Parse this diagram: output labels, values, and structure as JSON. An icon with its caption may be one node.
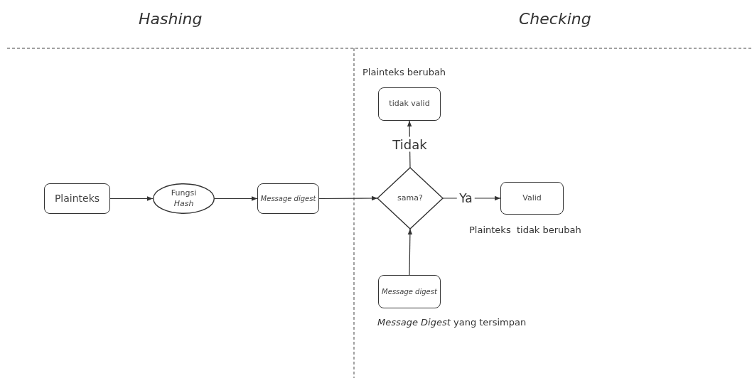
{
  "diagram": {
    "nodes": [
      {
        "text": [
          "Plainteks"
        ]
      },
      {
        "text": [
          "Fungsi *Hash*"
        ]
      },
      {
        "text": [
          "Message digest"
        ]
      },
      {
        "text": [
          "sama?"
        ]
      },
      {
        "text": [
          "tidak valid"
        ],
        "beside": [
          "Plainteks berubah"
        ]
      },
      {
        "text": [
          "Valid"
        ],
        "beside": [
          "Plainteks  tidak berubah"
        ]
      },
      {
        "text": [
          "Message digest"
        ],
        "beside": [
          "*Message Digest* yang tersimpan"
        ]
      }
    ],
    "edges": [
      {
        "from": 0,
        "to": 1,
        "arrow": "to"
      },
      {
        "from": 1,
        "to": 2,
        "arrow": "to"
      },
      {
        "from": 2,
        "to": 3,
        "arrow": "to"
      },
      {
        "from": 3,
        "to": 4,
        "arrow": "to",
        "label": "Tidak"
      },
      {
        "from": 3,
        "to": 5,
        "arrow": "to",
        "label": "Ya"
      },
      {
        "from": 6,
        "to": 3,
        "arrow": "to"
      }
    ],
    "labels": [
      "Hashing",
      "Checking"
    ]
  }
}
